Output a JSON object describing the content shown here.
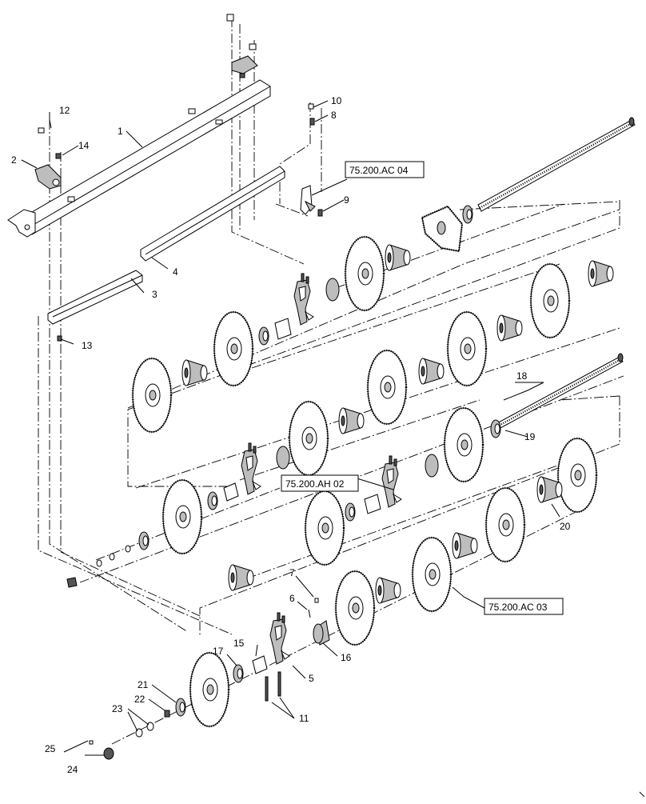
{
  "callouts": {
    "c1": "1",
    "c2": "2",
    "c3": "3",
    "c4": "4",
    "c5": "5",
    "c6": "6",
    "c7": "7",
    "c8": "8",
    "c9": "9",
    "c10": "10",
    "c11": "11",
    "c12": "12",
    "c13": "13",
    "c14": "14",
    "c15": "15",
    "c16": "16",
    "c17": "17",
    "c18": "18",
    "c19": "19",
    "c20": "20",
    "c21": "21",
    "c22": "22",
    "c23": "23",
    "c24": "24",
    "c25": "25"
  },
  "references": {
    "ac04": "75.200.AC 04",
    "ah02": "75.200.AH 02",
    "ac03": "75.200.AC 03"
  }
}
